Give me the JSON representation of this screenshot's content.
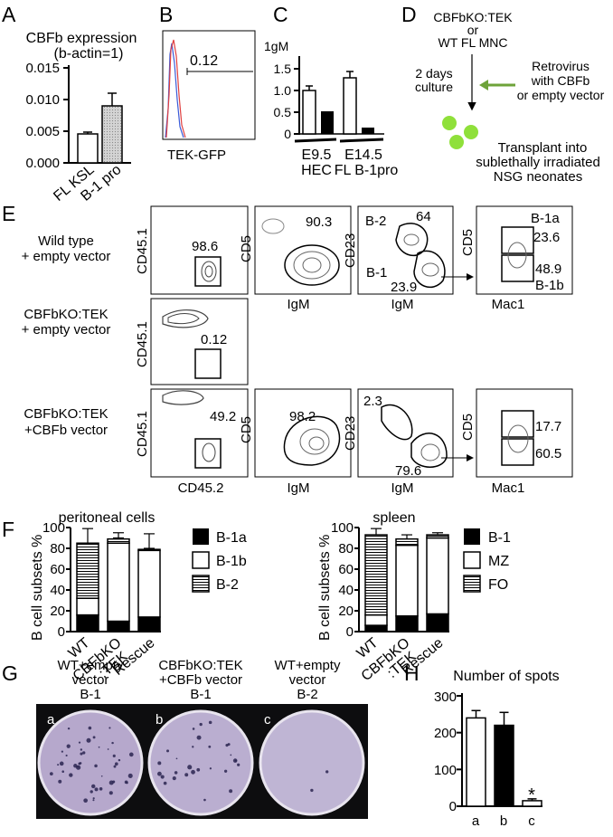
{
  "panelA": {
    "letter": "A",
    "title1": "CBFb expression",
    "title2": "(b-actin=1)",
    "yticks": [
      "0.000",
      "0.005",
      "0.010",
      "0.015"
    ],
    "cat1": "FL KSL",
    "cat2": "B-1 pro"
  },
  "panelB": {
    "letter": "B",
    "value": "0.12",
    "xlabel": "TEK-GFP"
  },
  "panelC": {
    "letter": "C",
    "yticks": [
      "0",
      "0.5",
      "1.0",
      "1.5"
    ],
    "ylabel": "1gM",
    "g1a": "E9.5",
    "g1b": "HEC",
    "g2a": "E14.5",
    "g2b": "FL B-1pro"
  },
  "panelD": {
    "letter": "D",
    "line1": "CBFbKO:TEK",
    "line2": "or",
    "line3": "WT FL MNC",
    "culture1": "2 days",
    "culture2": "culture",
    "retro1": "Retrovirus",
    "retro2": "with CBFb",
    "retro3": "or empty vector",
    "tx1": "Transplant into",
    "tx2": "sublethally irradiated",
    "tx3": "NSG neonates"
  },
  "panelE": {
    "letter": "E",
    "row1_l1": "Wild type",
    "row1_l2": "+ empty vector",
    "row2_l1": "CBFbKO:TEK",
    "row2_l2": "+ empty vector",
    "row3_l1": "CBFbKO:TEK",
    "row3_l2": "+CBFb vector",
    "ax_cd45_1": "CD45.1",
    "ax_cd45_2": "CD45.2",
    "ax_cd5": "CD5",
    "ax_igm": "IgM",
    "ax_cd23": "CD23",
    "ax_mac1": "Mac1",
    "r1_v1": "98.6",
    "r1_v2": "90.3",
    "r1_b2": "B-2",
    "r1_v3": "64",
    "r1_b1": "B-1",
    "r1_v4": "23.9",
    "r1_b1a": "B-1a",
    "r1_v5": "23.6",
    "r1_v6": "48.9",
    "r1_b1b": "B-1b",
    "r2_v1": "0.12",
    "r3_v1": "49.2",
    "r3_v2": "98.2",
    "r3_v3": "2.3",
    "r3_v4": "79.6",
    "r3_v5": "17.7",
    "r3_v6": "60.5"
  },
  "panelF": {
    "letter": "F",
    "ylabel": "B cell subsets %",
    "yticks": [
      "0",
      "20",
      "40",
      "60",
      "80",
      "100"
    ],
    "left_title": "peritoneal cells",
    "right_title": "spleen",
    "cats": [
      "WT",
      "CBFbKO",
      ":TEK",
      "Rescue"
    ],
    "left_legend": [
      "B-1a",
      "B-1b",
      "B-2"
    ],
    "right_legend": [
      "B-1",
      "MZ",
      "FO"
    ]
  },
  "panelG": {
    "letter": "G",
    "d1_l1": "WT+empty",
    "d1_l2": "vector",
    "d1_l3": "B-1",
    "d2_l1": "CBFbKO:TEK",
    "d2_l2": "+CBFb vector",
    "d2_l3": "B-1",
    "d3_l1": "WT+empty",
    "d3_l2": "vector",
    "d3_l3": "B-2",
    "tag_a": "a",
    "tag_b": "b",
    "tag_c": "c"
  },
  "panelH": {
    "letter": "H",
    "title": "Number of spots",
    "yticks": [
      "0",
      "100",
      "200",
      "300"
    ],
    "cats": [
      "a",
      "b",
      "c"
    ],
    "star": "*"
  },
  "chart_data": [
    {
      "type": "bar",
      "panel": "A",
      "title": "CBFb expression (b-actin=1)",
      "categories": [
        "FL KSL",
        "B-1 pro"
      ],
      "values": [
        0.0045,
        0.009
      ],
      "errors": [
        0.0003,
        0.002
      ],
      "ylim": [
        0,
        0.015
      ],
      "colors": [
        "#ffffff",
        "#d8d8d8"
      ]
    },
    {
      "type": "bar",
      "panel": "C",
      "ylabel": "1gM",
      "categories": [
        "E9.5 HEC",
        "E14.5 FL B-1pro"
      ],
      "series": [
        {
          "values": [
            1.0,
            1.3
          ],
          "errors": [
            0.09,
            0.13
          ],
          "color": "#ffffff"
        },
        {
          "values": [
            0.52,
            0.12
          ],
          "errors": [
            0.02,
            0.02
          ],
          "color": "#000000"
        }
      ],
      "ylim": [
        0,
        1.8
      ]
    },
    {
      "type": "bar",
      "panel": "F-left",
      "title": "peritoneal cells",
      "ylabel": "B cell subsets %",
      "categories": [
        "WT",
        "CBFbKO:TEK",
        "Rescue"
      ],
      "series": [
        {
          "name": "B-1a",
          "values": [
            16,
            10,
            14
          ],
          "errors": [
            6,
            10,
            2
          ],
          "color": "#000000"
        },
        {
          "name": "B-1b",
          "values": [
            16,
            75,
            64
          ],
          "errors": [
            2,
            5,
            2
          ],
          "color": "#ffffff"
        },
        {
          "name": "B-2",
          "values": [
            53,
            4,
            1
          ],
          "errors": [
            14,
            6,
            15
          ],
          "color": "hatch"
        }
      ],
      "ylim": [
        0,
        100
      ]
    },
    {
      "type": "bar",
      "panel": "F-right",
      "title": "spleen",
      "ylabel": "B cell subsets %",
      "categories": [
        "WT",
        "CBFbKO:TEK",
        "Rescue"
      ],
      "series": [
        {
          "name": "B-1",
          "values": [
            6,
            15,
            17
          ],
          "errors": [
            14,
            5,
            8
          ],
          "color": "#000000"
        },
        {
          "name": "MZ",
          "values": [
            10,
            68,
            73
          ],
          "errors": [
            2,
            3,
            1
          ],
          "color": "#ffffff"
        },
        {
          "name": "FO",
          "values": [
            77,
            6,
            3
          ],
          "errors": [
            6,
            4,
            2
          ],
          "color": "hatch"
        }
      ],
      "ylim": [
        0,
        100
      ]
    },
    {
      "type": "bar",
      "panel": "H",
      "title": "Number of spots",
      "categories": [
        "a",
        "b",
        "c"
      ],
      "values": [
        240,
        220,
        15
      ],
      "errors": [
        20,
        35,
        5
      ],
      "ylim": [
        0,
        300
      ],
      "colors": [
        "#ffffff",
        "#000000",
        "#ffffff"
      ]
    }
  ]
}
